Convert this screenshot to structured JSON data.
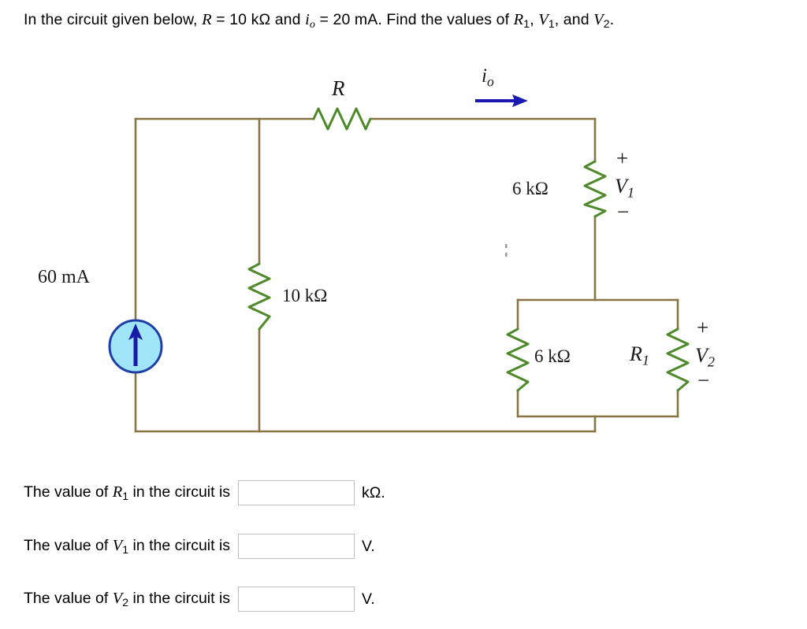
{
  "problem": {
    "text_part1": "In the circuit given below, ",
    "var_R": "R",
    "text_part2": " = 10 kΩ and ",
    "var_io": "i",
    "var_io_sub": "o",
    "text_part3": " = 20 mA. Find the values of ",
    "var_R1": "R",
    "var_R1_sub": "1",
    "text_part4": ", ",
    "var_V1": "V",
    "var_V1_sub": "1",
    "text_part5": ", and ",
    "var_V2": "V",
    "var_V2_sub": "2",
    "text_part6": "."
  },
  "circuit": {
    "source_label": "60 mA",
    "resistor_R_label": "R",
    "current_label": "i",
    "current_label_sub": "o",
    "resistor_10k_label": "10 kΩ",
    "resistor_6k_top_label": "6 kΩ",
    "resistor_6k_bottom_label": "6 kΩ",
    "v1_label": "V",
    "v1_label_sub": "1",
    "v1_plus": "+",
    "v1_minus": "−",
    "r1_label": "R",
    "r1_label_sub": "1",
    "v2_label": "V",
    "v2_label_sub": "2",
    "v2_plus": "+",
    "v2_minus": "−",
    "colors": {
      "wire": "#8a7444",
      "resistor": "#4f8a2a",
      "source_fill": "#9fe4f7",
      "source_stroke": "#1f3fa8",
      "arrow": "#1a1aa8",
      "current_arrow": "#1a1ab0"
    }
  },
  "answers": {
    "rows": [
      {
        "prefix": "The value of ",
        "var": "R",
        "var_sub": "1",
        "suffix": " in the circuit is",
        "value": "",
        "unit": "kΩ."
      },
      {
        "prefix": "The value of ",
        "var": "V",
        "var_sub": "1",
        "suffix": " in the circuit is",
        "value": "",
        "unit": "V."
      },
      {
        "prefix": "The value of ",
        "var": "V",
        "var_sub": "2",
        "suffix": " in the circuit is",
        "value": "",
        "unit": "V."
      }
    ]
  }
}
